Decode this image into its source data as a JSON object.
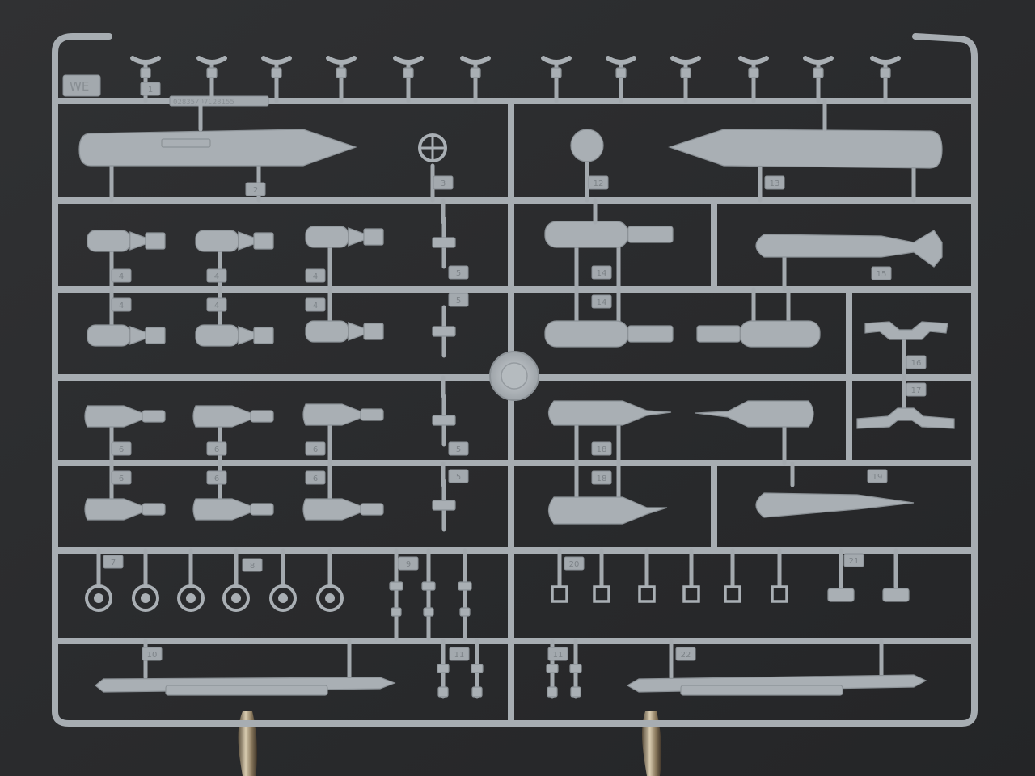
{
  "sprue": {
    "code_letters": "WE",
    "mold_code": "02835/07028155",
    "part_numbers": [
      "1",
      "2",
      "3",
      "4",
      "4",
      "4",
      "4",
      "4",
      "4",
      "5",
      "5",
      "5",
      "5",
      "6",
      "6",
      "6",
      "6",
      "6",
      "6",
      "7",
      "8",
      "9",
      "10",
      "11",
      "11",
      "12",
      "13",
      "14",
      "14",
      "15",
      "16",
      "17",
      "18",
      "18",
      "19",
      "20",
      "21",
      "22"
    ]
  },
  "colors": {
    "background": "#2a2b2d",
    "plastic": "#a9afb4",
    "plastic_shadow": "#8c9297",
    "stand_metal": "#b8a98a"
  }
}
